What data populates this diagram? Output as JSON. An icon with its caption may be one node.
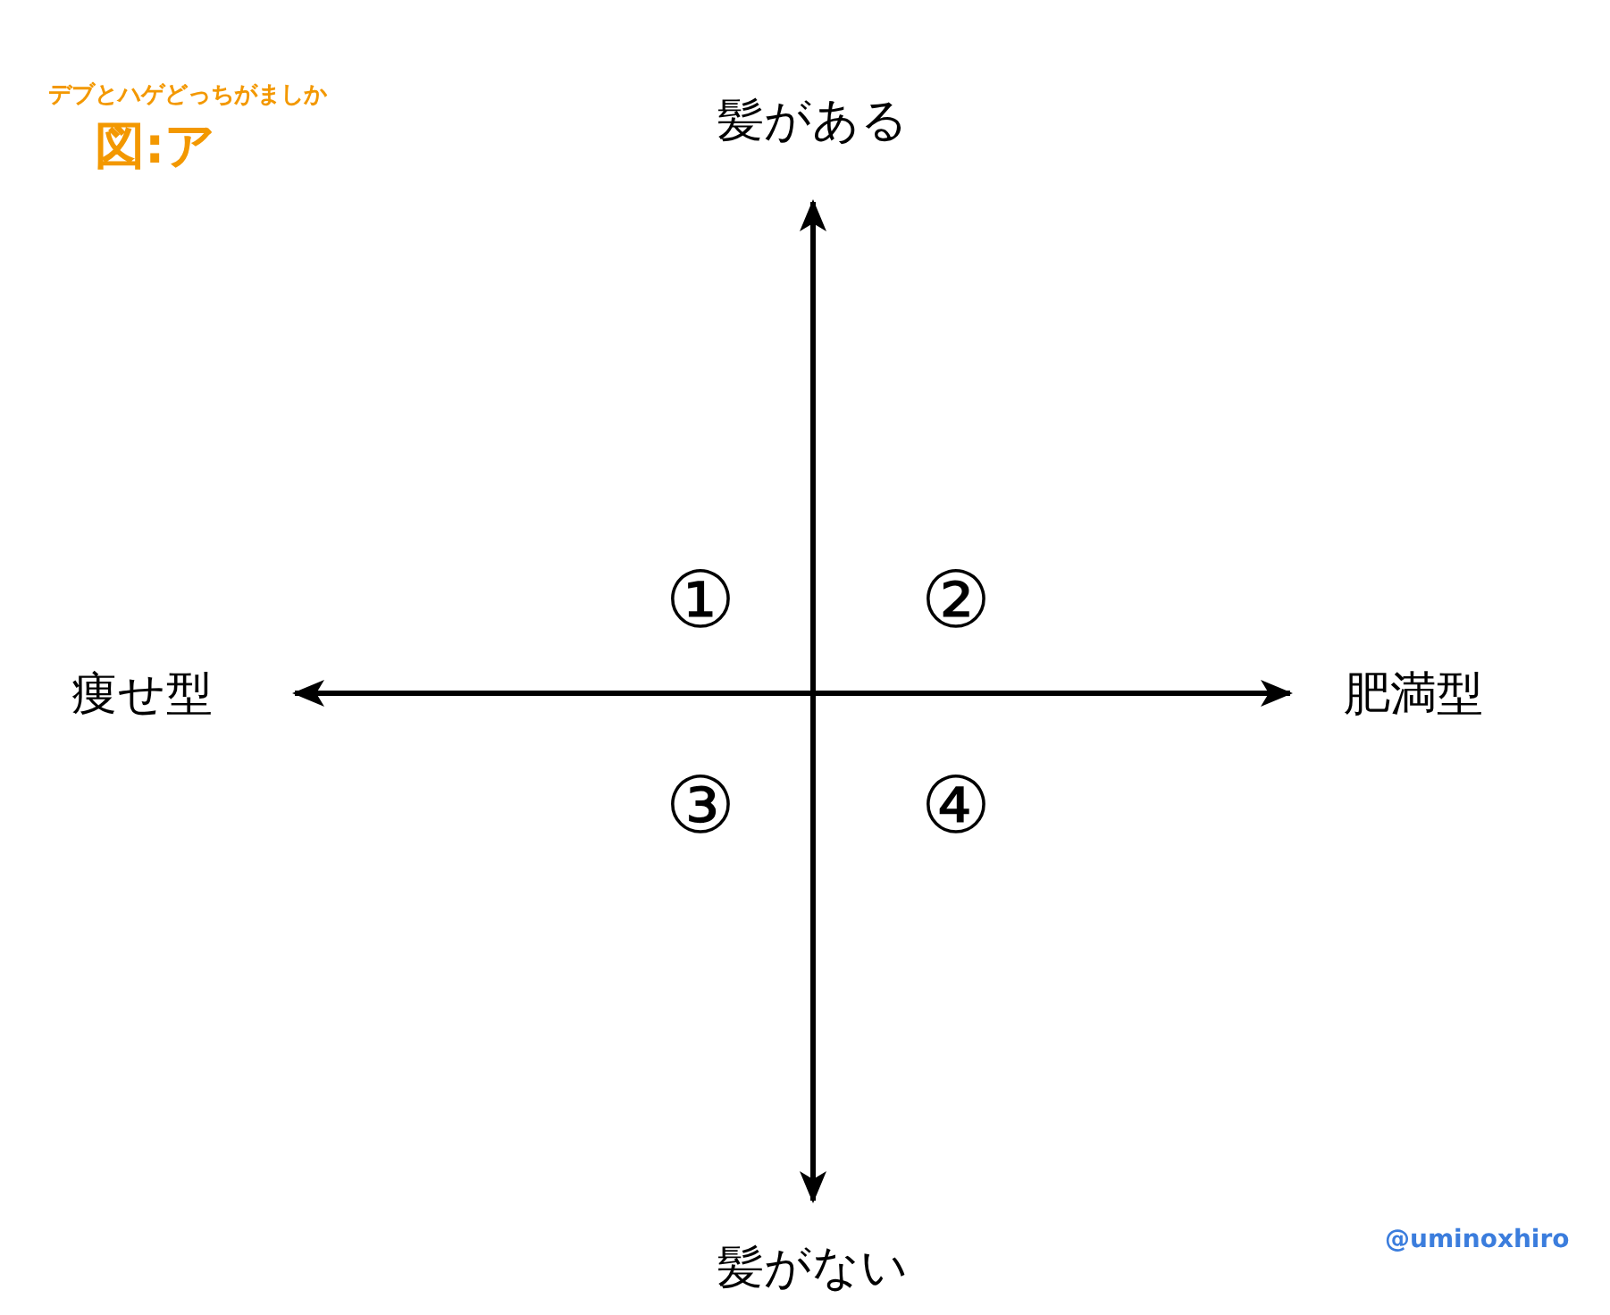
{
  "diagram": {
    "title": "デブとハゲどっちがましか",
    "labels": [
      "図:ア",
      "髪がある",
      "①",
      "②",
      "痩せ型",
      "肥満型",
      "③",
      "④",
      "髪がない",
      "@uminoxhiro"
    ]
  }
}
